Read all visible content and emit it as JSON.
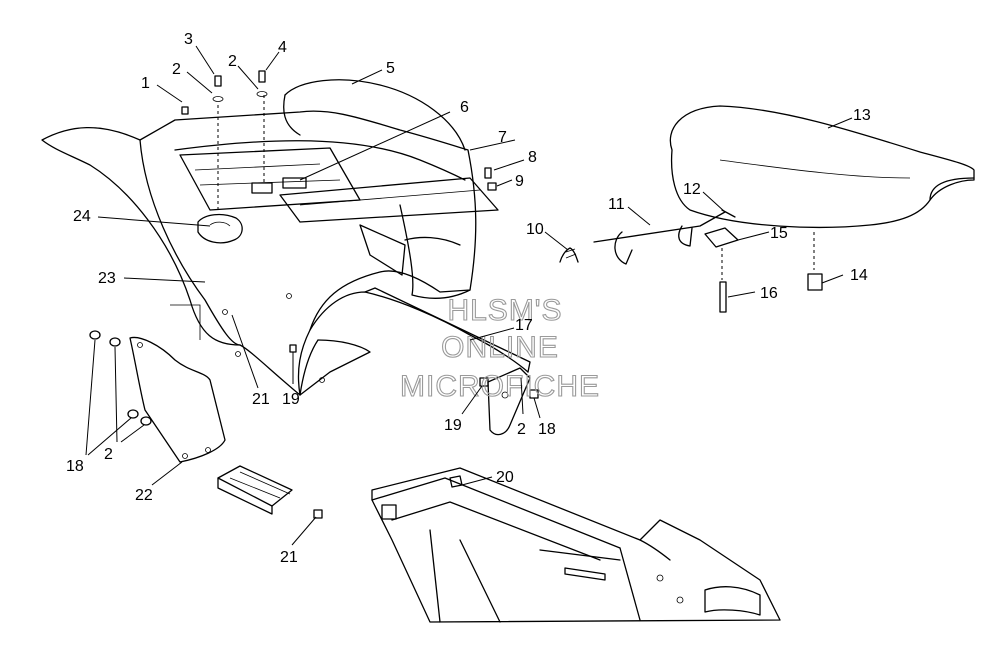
{
  "watermark": {
    "lines": [
      "HLSM'S",
      "ONLINE",
      "MICROFICHE"
    ]
  },
  "callouts": {
    "c1": "1",
    "c2a": "2",
    "c2b": "2",
    "c2c": "2",
    "c2d": "2",
    "c3": "3",
    "c4": "4",
    "c5": "5",
    "c6": "6",
    "c7": "7",
    "c8": "8",
    "c9": "9",
    "c10": "10",
    "c11": "11",
    "c12": "12",
    "c13": "13",
    "c14": "14",
    "c15": "15",
    "c16": "16",
    "c17": "17",
    "c18a": "18",
    "c18b": "18",
    "c19a": "19",
    "c19b": "19",
    "c20": "20",
    "c21a": "21",
    "c21b": "21",
    "c22": "22",
    "c23": "23",
    "c24": "24"
  }
}
